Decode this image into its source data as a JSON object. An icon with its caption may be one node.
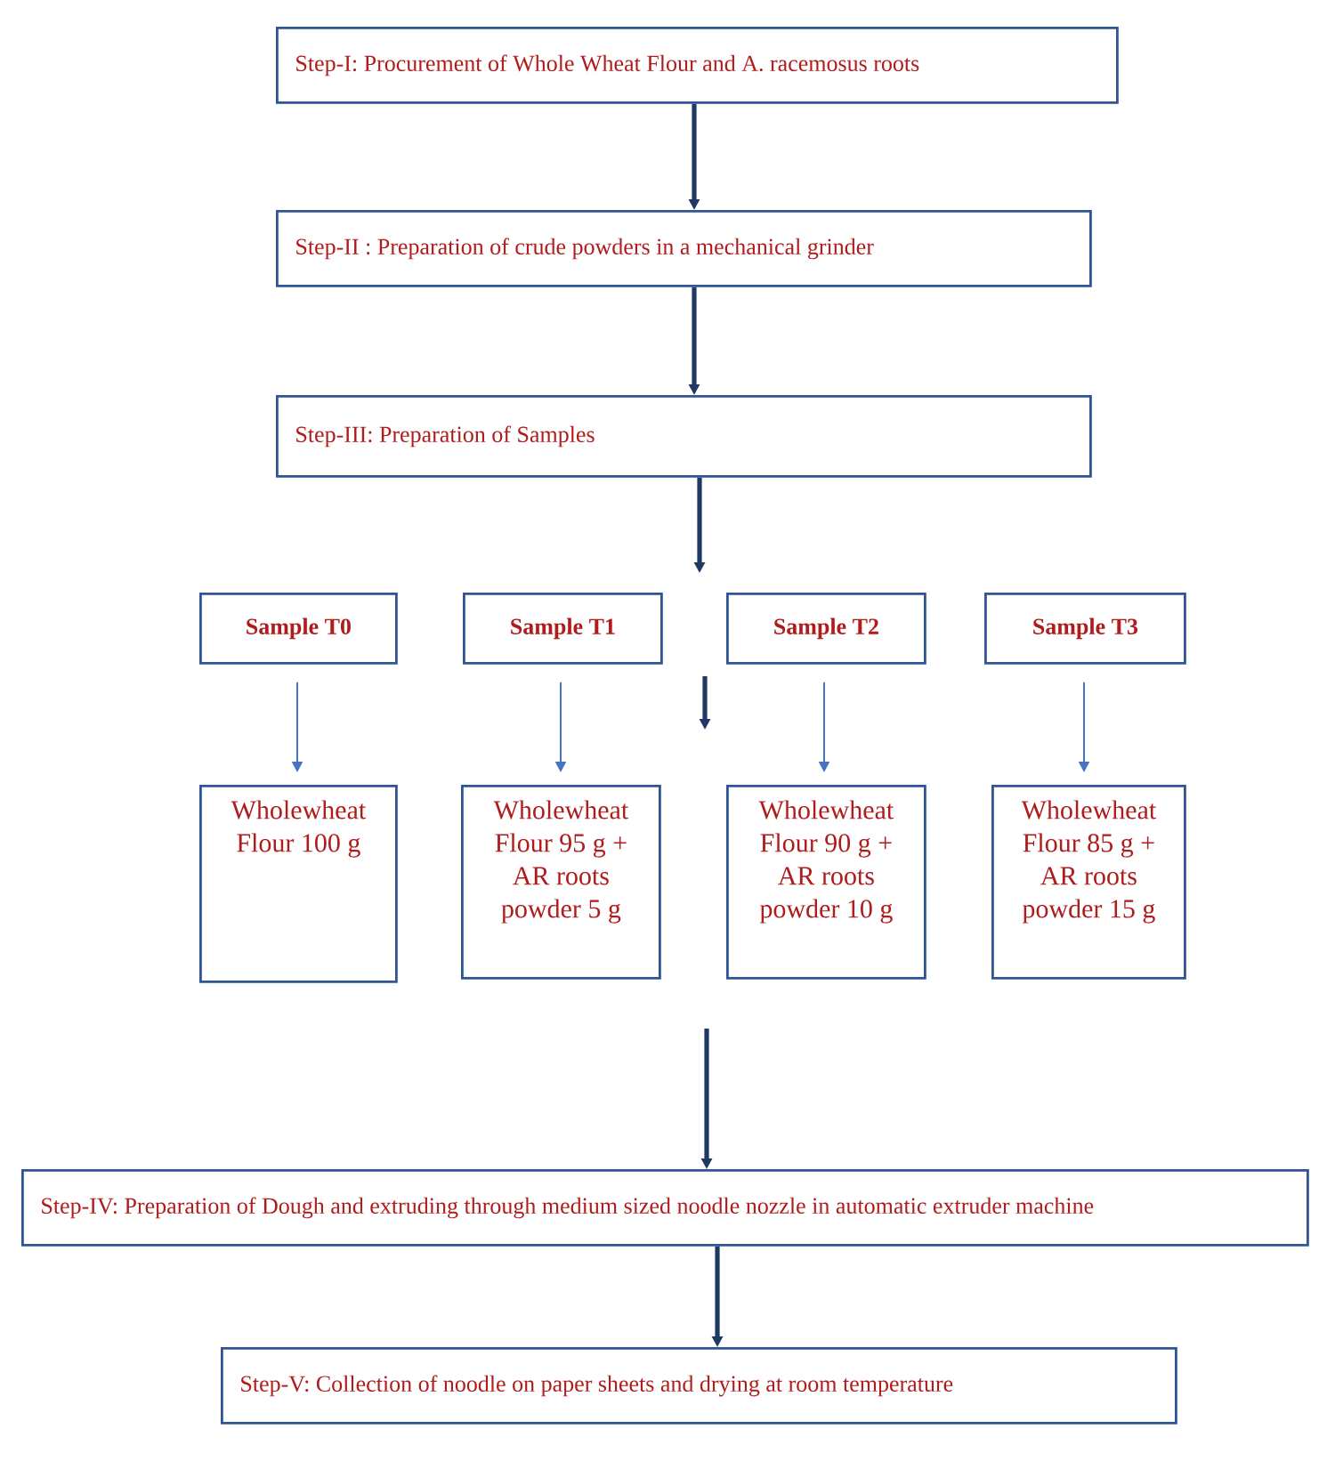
{
  "diagram": {
    "nodes": [
      {
        "text": [
          "Step-I: Procurement of Whole Wheat Flour and A. racemosus roots"
        ]
      },
      {
        "text": [
          "Step-II : Preparation of crude powders in a mechanical grinder"
        ]
      },
      {
        "text": [
          "Step-III: Preparation of Samples"
        ]
      },
      {
        "text": [
          "Sample T0"
        ]
      },
      {
        "text": [
          "Sample T1"
        ]
      },
      {
        "text": [
          "Sample T2"
        ]
      },
      {
        "text": [
          "Sample T3"
        ]
      },
      {
        "text": [
          "Wholewheat Flour 100 g"
        ]
      },
      {
        "text": [
          "Wholewheat Flour 95 g + AR roots powder 5 g"
        ]
      },
      {
        "text": [
          "Wholewheat Flour 90 g + AR roots powder 10 g"
        ]
      },
      {
        "text": [
          "Wholewheat Flour 85 g + AR roots powder 15 g"
        ]
      },
      {
        "text": [
          "Step-IV: Preparation of Dough and extruding through medium sized noodle nozzle in automatic extruder machine"
        ]
      },
      {
        "text": [
          "Step-V: Collection of noodle on paper sheets and drying at room temperature"
        ]
      }
    ],
    "edges": [
      {
        "from": 0,
        "to": 1,
        "arrow": "to"
      },
      {
        "from": 1,
        "to": 2,
        "arrow": "to"
      },
      {
        "from": 2,
        "to": null,
        "arrow": "to"
      },
      {
        "from": 3,
        "to": 7,
        "arrow": "to",
        "color": "#4472c4"
      },
      {
        "from": 4,
        "to": 8,
        "arrow": "to",
        "color": "#4472c4"
      },
      {
        "from": 5,
        "to": 9,
        "arrow": "to",
        "color": "#4472c4"
      },
      {
        "from": 6,
        "to": 10,
        "arrow": "to",
        "color": "#4472c4"
      },
      {
        "from": null,
        "to": 11,
        "arrow": "to"
      },
      {
        "from": 11,
        "to": 12,
        "arrow": "to"
      }
    ]
  }
}
